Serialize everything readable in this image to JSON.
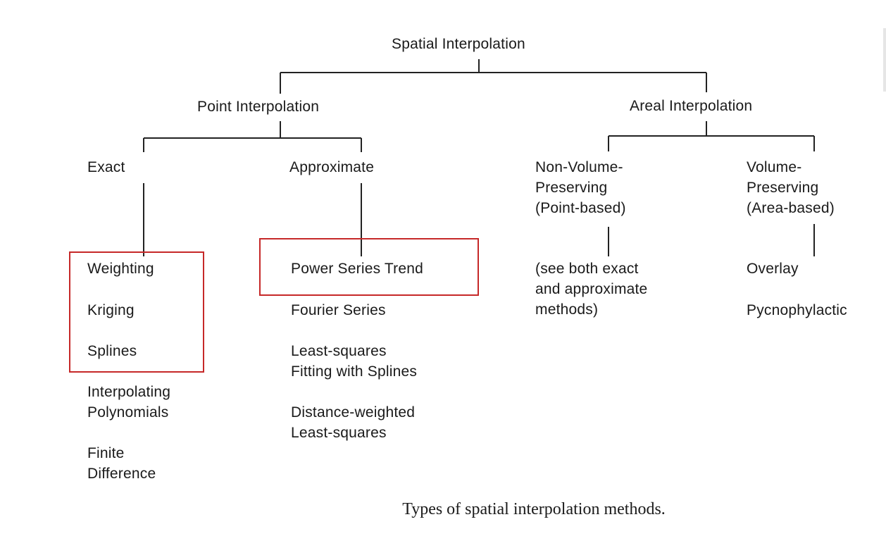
{
  "root": "Spatial Interpolation",
  "branches": {
    "point": "Point Interpolation",
    "areal": "Areal Interpolation"
  },
  "point_children": {
    "exact": "Exact",
    "approximate": "Approximate"
  },
  "areal_children": {
    "non_volume": "Non-Volume-\nPreserving\n(Point-based)",
    "volume": "Volume-\nPreserving\n(Area-based)"
  },
  "exact_methods": {
    "weighting": "Weighting",
    "kriging": "Kriging",
    "splines": "Splines",
    "interpolating_polynomials": "Interpolating\nPolynomials",
    "finite_difference": "Finite\nDifference"
  },
  "approximate_methods": {
    "power_series_trend": "Power Series Trend",
    "fourier_series": "Fourier Series",
    "least_squares_splines": "Least-squares\nFitting with Splines",
    "distance_weighted": "Distance-weighted\nLeast-squares"
  },
  "non_volume_methods": {
    "see_both": "(see both exact\nand approximate\nmethods)"
  },
  "volume_methods": {
    "overlay": "Overlay",
    "pycnophylactic": "Pycnophylactic"
  },
  "caption": "Types of spatial interpolation methods.",
  "colors": {
    "highlight": "#c62828",
    "lines": "#222222"
  }
}
